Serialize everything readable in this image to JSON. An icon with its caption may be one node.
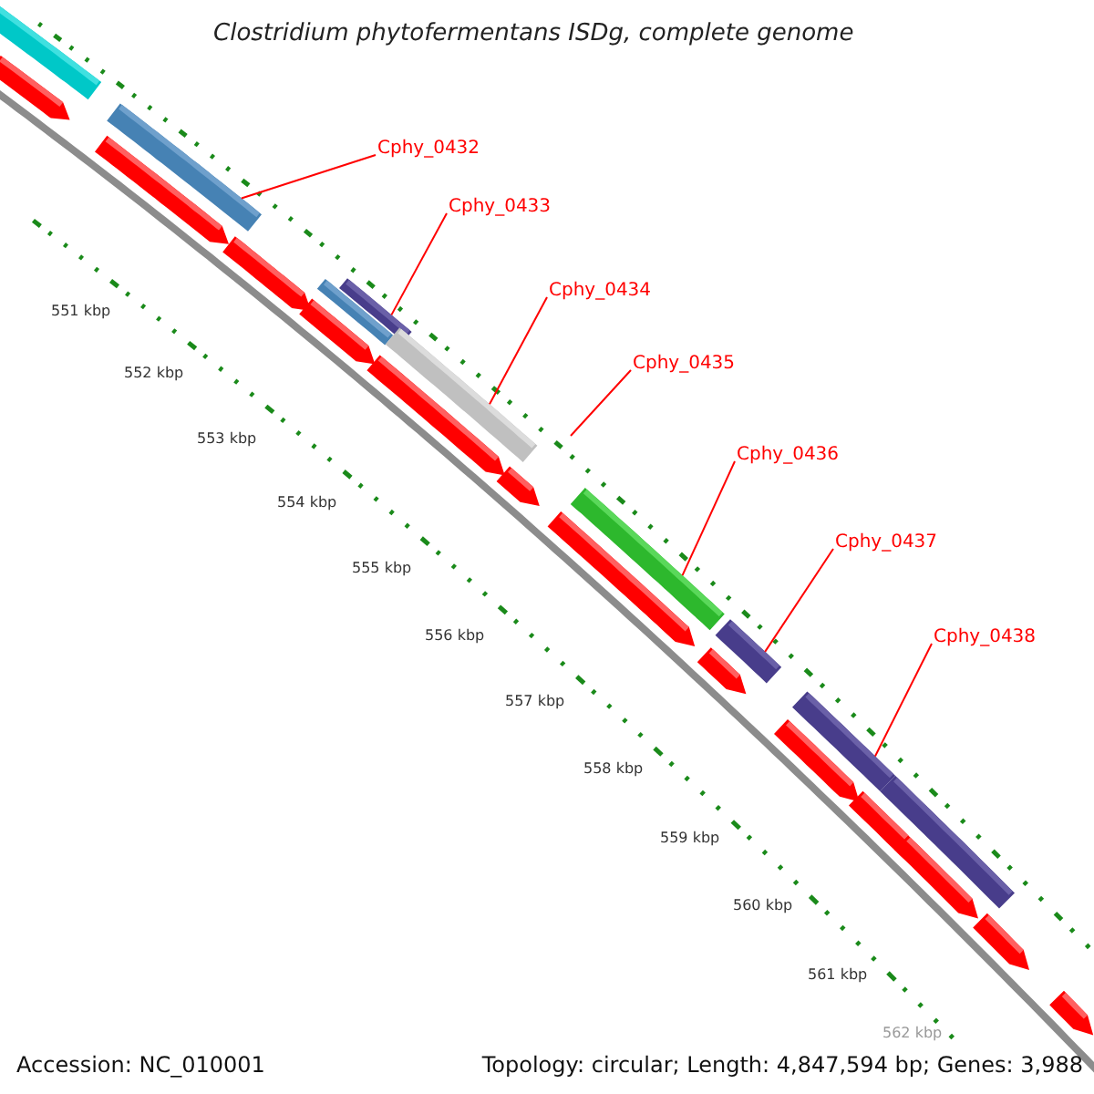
{
  "diagram": {
    "title": "Clostridium phytofermentans ISDg, complete genome",
    "nodes": [
      {
        "text": [
          "Cphy_0432"
        ]
      },
      {
        "text": [
          "Cphy_0433"
        ]
      },
      {
        "text": [
          "Cphy_0434"
        ]
      },
      {
        "text": [
          "Cphy_0435"
        ]
      },
      {
        "text": [
          "Cphy_0436"
        ]
      },
      {
        "text": [
          "Cphy_0437"
        ]
      },
      {
        "text": [
          "Cphy_0438"
        ]
      },
      {
        "text": [],
        "shape": "bar"
      },
      {
        "text": [],
        "shape": "bar"
      },
      {
        "text": [],
        "shape": "bar"
      },
      {
        "text": [],
        "shape": "bar"
      },
      {
        "text": [],
        "shape": "bar"
      },
      {
        "text": [],
        "shape": "bar"
      },
      {
        "text": [],
        "shape": "bar"
      },
      {
        "text": [],
        "shape": "bar"
      },
      {
        "text": [],
        "shape": "bar"
      },
      {
        "text": [],
        "shape": "arrow"
      },
      {
        "text": [],
        "shape": "arrow"
      },
      {
        "text": [],
        "shape": "arrow"
      },
      {
        "text": [],
        "shape": "arrow"
      },
      {
        "text": [],
        "shape": "arrow"
      },
      {
        "text": [],
        "shape": "arrow"
      },
      {
        "text": [],
        "shape": "arrow"
      },
      {
        "text": [],
        "shape": "arrow"
      },
      {
        "text": [],
        "shape": "arrow"
      },
      {
        "text": [],
        "shape": "arrow"
      },
      {
        "text": [],
        "shape": "arrow"
      },
      {
        "text": [],
        "shape": "arrow"
      },
      {
        "text": [],
        "shape": "arrow"
      }
    ],
    "edges": [
      {
        "from": 0,
        "to": 8,
        "arrow": "none"
      },
      {
        "from": 1,
        "to": 10,
        "arrow": "none"
      },
      {
        "from": 2,
        "to": 11,
        "arrow": "none"
      },
      {
        "from": 3,
        "to": null,
        "arrow": "none"
      },
      {
        "from": 4,
        "to": 12,
        "arrow": "none"
      },
      {
        "from": 5,
        "to": 13,
        "arrow": "none"
      },
      {
        "from": 6,
        "to": 14,
        "arrow": "none"
      }
    ],
    "labels": [
      "551 kbp",
      "552 kbp",
      "553 kbp",
      "554 kbp",
      "555 kbp",
      "556 kbp",
      "557 kbp",
      "558 kbp",
      "559 kbp",
      "560 kbp",
      "561 kbp",
      "562 kbp",
      "Accession: NC_010001",
      "Topology: circular; Length: 4,847,594 bp; Genes: 3,988"
    ]
  }
}
